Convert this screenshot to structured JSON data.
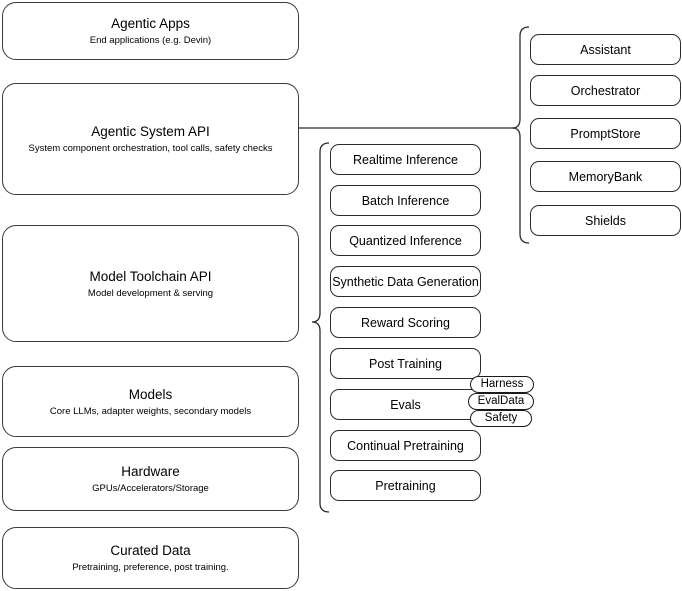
{
  "diagram": {
    "title": "Agentic AI Stack Layer Diagram",
    "background_color": "#ffffff",
    "stroke_color": "#2b2b2b"
  },
  "layers": [
    {
      "key": "agentic-apps",
      "title": "Agentic Apps",
      "subtitle": "End applications (e.g. Devin)"
    },
    {
      "key": "agentic-system-api",
      "title": "Agentic System API",
      "subtitle": "System component orchestration, tool calls, safety checks"
    },
    {
      "key": "model-toolchain-api",
      "title": "Model Toolchain API",
      "subtitle": "Model development & serving"
    },
    {
      "key": "models",
      "title": "Models",
      "subtitle": "Core LLMs, adapter weights, secondary models"
    },
    {
      "key": "hardware",
      "title": "Hardware",
      "subtitle": "GPUs/Accelerators/Storage"
    },
    {
      "key": "curated-data",
      "title": "Curated Data",
      "subtitle": "Pretraining, preference, post training."
    }
  ],
  "toolchain_capabilities": [
    {
      "key": "realtime-inference",
      "label": "Realtime Inference"
    },
    {
      "key": "batch-inference",
      "label": "Batch Inference"
    },
    {
      "key": "quantized-inference",
      "label": "Quantized Inference"
    },
    {
      "key": "synthetic-data-generation",
      "label": "Synthetic Data Generation"
    },
    {
      "key": "reward-scoring",
      "label": "Reward Scoring"
    },
    {
      "key": "post-training",
      "label": "Post Training"
    },
    {
      "key": "evals",
      "label": "Evals"
    },
    {
      "key": "continual-pretraining",
      "label": "Continual Pretraining"
    },
    {
      "key": "pretraining",
      "label": "Pretraining"
    }
  ],
  "evals_pills": [
    {
      "key": "harness",
      "label": "Harness"
    },
    {
      "key": "evaldata",
      "label": "EvalData"
    },
    {
      "key": "safety",
      "label": "Safety"
    }
  ],
  "system_components": [
    {
      "key": "assistant",
      "label": "Assistant"
    },
    {
      "key": "orchestrator",
      "label": "Orchestrator"
    },
    {
      "key": "promptstore",
      "label": "PromptStore"
    },
    {
      "key": "memorybank",
      "label": "MemoryBank"
    },
    {
      "key": "shields",
      "label": "Shields"
    }
  ]
}
